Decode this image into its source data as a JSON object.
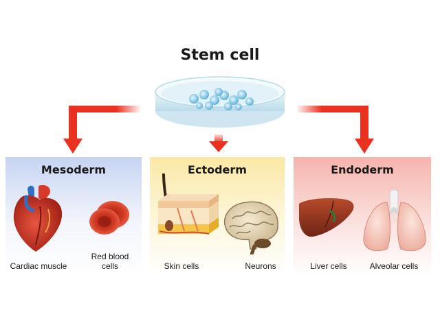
{
  "title": "Stem cell",
  "layers": [
    {
      "name": "Mesoderm",
      "cells": [
        "Cardiac muscle",
        "Red blood cells"
      ]
    },
    {
      "name": "Ectoderm",
      "cells": [
        "Skin cells",
        "Neurons"
      ]
    },
    {
      "name": "Endoderm",
      "cells": [
        "Liver cells",
        "Alveolar cells"
      ]
    }
  ],
  "colors": {
    "arrow": "#e8311e",
    "mesoderm": "#c7d4f2",
    "ectoderm": "#fbe8a6",
    "endoderm": "#f6b4ad"
  },
  "icons": [
    "petri-dish-icon",
    "heart-icon",
    "red-blood-cell-icon",
    "skin-icon",
    "brain-icon",
    "liver-icon",
    "lungs-icon"
  ]
}
